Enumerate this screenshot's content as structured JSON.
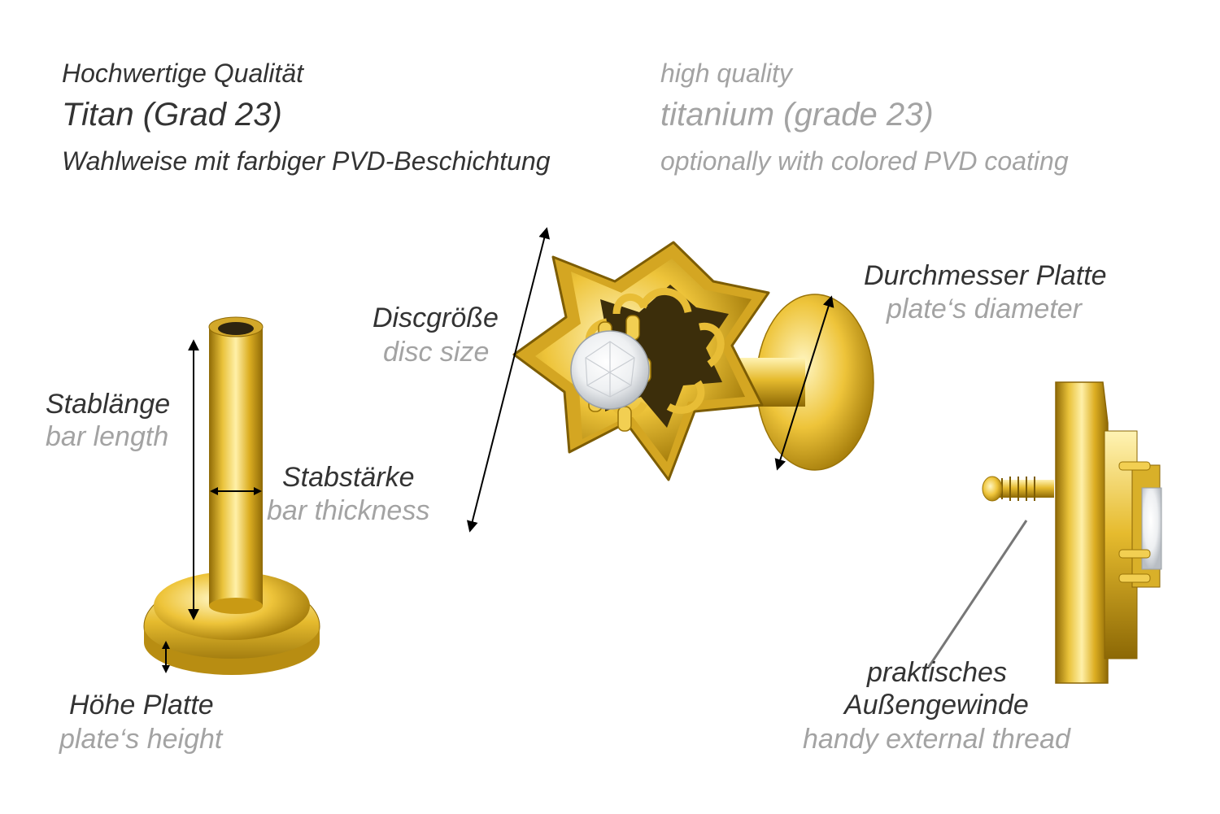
{
  "header": {
    "de": {
      "quality": "Hochwertige Qualität",
      "material": "Titan (Grad 23)",
      "coating": "Wahlweise mit farbiger PVD-Beschichtung"
    },
    "en": {
      "quality": "high quality",
      "material": "titanium (grade 23)",
      "coating": "optionally with colored PVD coating"
    }
  },
  "labels": {
    "bar_length": {
      "de": "Stablänge",
      "en": "bar length"
    },
    "bar_thickness": {
      "de": "Stabstärke",
      "en": "bar thickness"
    },
    "plate_height": {
      "de": "Höhe Platte",
      "en": "plate‘s height"
    },
    "disc_size": {
      "de": "Discgröße",
      "en": "disc size"
    },
    "plate_diameter": {
      "de": "Durchmesser Platte",
      "en": "plate‘s diameter"
    },
    "thread": {
      "de_line1": "praktisches",
      "de_line2": "Außengewinde",
      "en": "handy external thread"
    }
  },
  "colors": {
    "gold_light": "#fbe58a",
    "gold_mid": "#e2b62a",
    "gold_dark": "#9a7408",
    "text_de": "#333333",
    "text_en": "#a3a3a3"
  }
}
